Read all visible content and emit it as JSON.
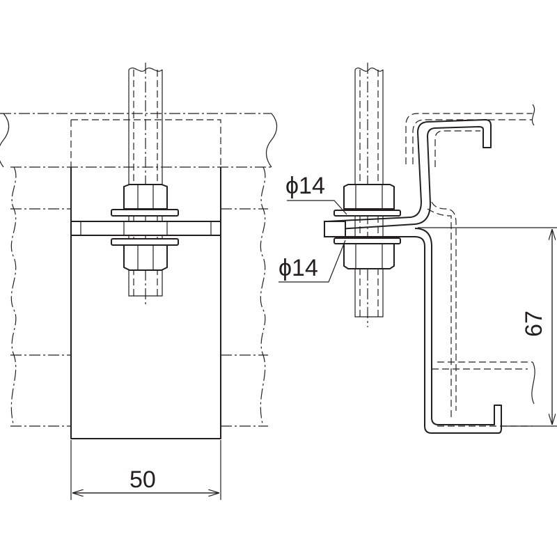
{
  "drawing": {
    "front_view": {
      "width_dimension": "50"
    },
    "side_view": {
      "upper_washer_label": "ϕ14",
      "lower_washer_label": "ϕ14",
      "height_dimension": "67"
    },
    "line_color": "#231f20"
  }
}
